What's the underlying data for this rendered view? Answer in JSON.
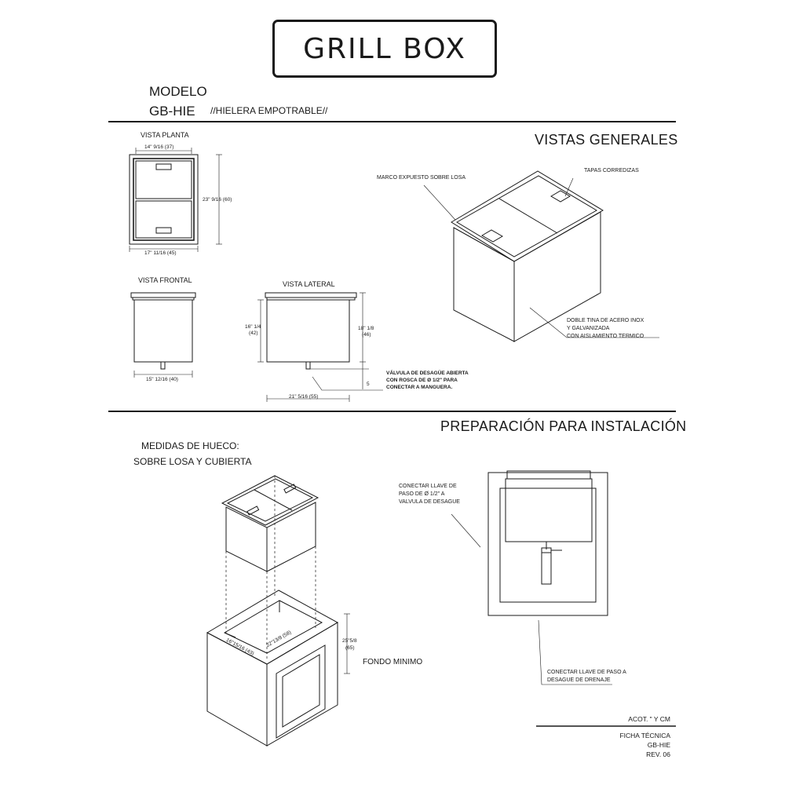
{
  "header": {
    "logo_text": "GRILL BOX",
    "modelo_label": "MODELO",
    "model_code": "GB-HIE",
    "model_description": "//HIELERA EMPOTRABLE//"
  },
  "vistas": {
    "section_title": "VISTAS GENERALES",
    "planta": {
      "label": "VISTA PLANTA",
      "dim_top": "14\" 9/16 (37)",
      "dim_right": "23\" 9/16 (60)",
      "dim_bottom": "17\" 11/16 (45)"
    },
    "frontal": {
      "label": "VISTA FRONTAL",
      "dim_bottom": "15\" 12/16 (40)"
    },
    "lateral": {
      "label": "VISTA LATERAL",
      "dim_left": "16\" 1/4",
      "dim_left_cm": "(42)",
      "dim_right": "18\" 1/8",
      "dim_right_cm": "(46)",
      "dim_bottom": "21\" 5/16 (55)",
      "dim_small": "5"
    },
    "valve_note": [
      "VÁLVULA DE DESAGÜE ABIERTA",
      "CON ROSCA DE Ø 1/2\" PARA",
      "CONECTAR A MANGUERA."
    ],
    "iso_labels": {
      "marco": "MARCO EXPUESTO SOBRE LOSA",
      "tapas": "TAPAS CORREDIZAS",
      "tina": [
        "DOBLE TINA DE ACERO INOX",
        "Y GALVANIZADA",
        "CON AISLAMIENTO TERMICO"
      ]
    }
  },
  "instalacion": {
    "section_title": "PREPARACIÓN PARA INSTALACIÓN",
    "hole_label": [
      "MEDIDAS DE HUECO:",
      "SOBRE LOSA Y CUBIERTA"
    ],
    "dim_a": "16\"15/16 (43)",
    "dim_b": "22\"13/8 (58)",
    "dim_height": "25\"5/8",
    "dim_height_cm": "(65)",
    "fondo": "FONDO MINIMO",
    "llave_valvula": [
      "CONECTAR LLAVE DE",
      "PASO DE Ø 1/2\"  A",
      "VALVULA DE DESAGUE"
    ],
    "llave_drenaje": [
      "CONECTAR LLAVE DE PASO A",
      "DESAGUE DE DRENAJE"
    ]
  },
  "footer": {
    "acot": "ACOT. \" Y CM",
    "ficha": "FICHA TÉCNICA",
    "model": "GB-HIE",
    "rev": "REV. 06"
  }
}
